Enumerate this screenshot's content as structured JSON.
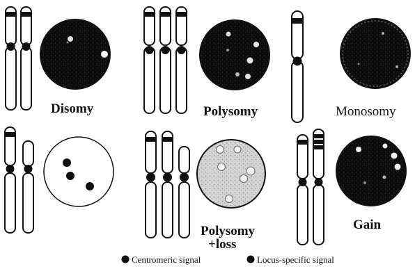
{
  "panels": [
    {
      "label": "Disomy"
    },
    {
      "label": "Polysomy"
    },
    {
      "label": "Monosomy"
    },
    {
      "label": ""
    },
    {
      "label_lines": [
        "Polysomy",
        "+loss"
      ]
    },
    {
      "label": "Gain"
    }
  ],
  "legend": {
    "centromeric": "Centromeric signal",
    "locus": "Locus-specific signal"
  },
  "colors": {
    "ink": "#111111",
    "nucleus_dark": "#0d0d0d",
    "nucleus_light": "#cfcfcf",
    "signal": "#e6e6e6"
  }
}
